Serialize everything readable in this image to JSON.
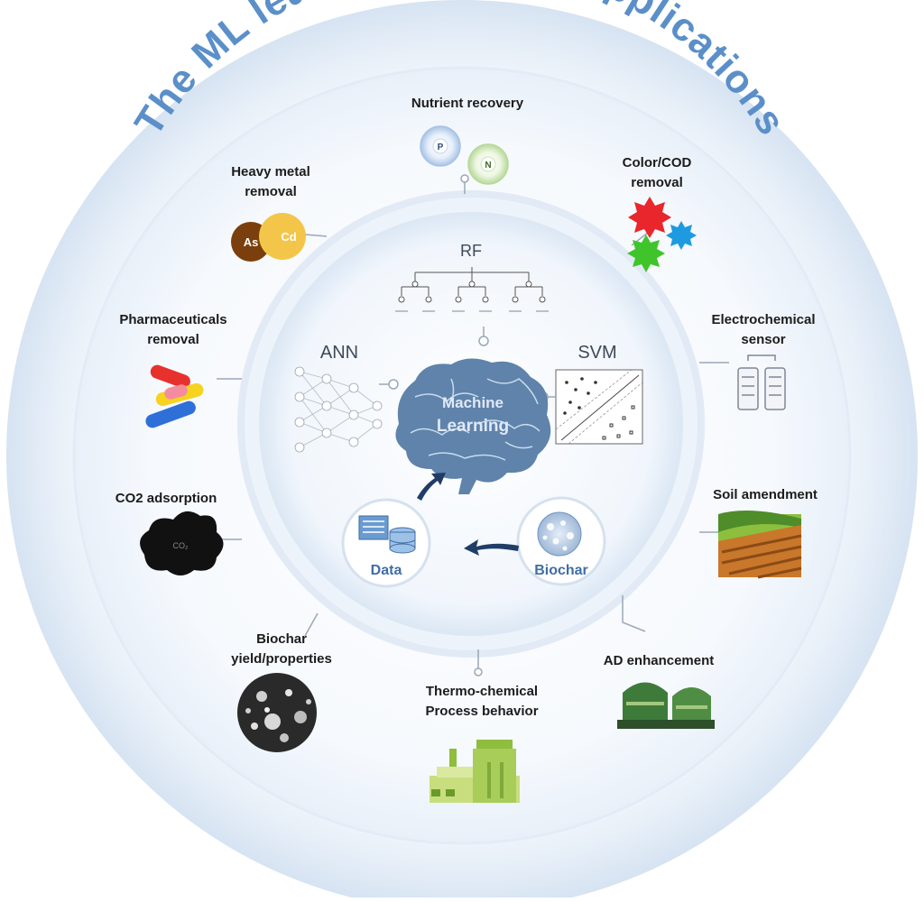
{
  "title": "The ML learning biochar applications",
  "applications": {
    "nutrient_recovery": {
      "label": "Nutrient recovery",
      "icons": [
        "P",
        "N"
      ]
    },
    "color_cod_removal": {
      "label_line1": "Color/COD",
      "label_line2": "removal"
    },
    "electrochemical_sensor": {
      "label_line1": "Electrochemical",
      "label_line2": "sensor"
    },
    "soil_amendment": {
      "label": "Soil amendment"
    },
    "ad_enhancement": {
      "label": "AD enhancement"
    },
    "thermochemical": {
      "label_line1": "Thermo-chemical",
      "label_line2": "Process behavior"
    },
    "biochar_yield": {
      "label_line1": "Biochar",
      "label_line2": "yield/properties"
    },
    "co2_adsorption": {
      "label": "CO2 adsorption",
      "icon_text": "CO₂"
    },
    "pharmaceuticals_removal": {
      "label_line1": "Pharmaceuticals",
      "label_line2": "removal"
    },
    "heavy_metal_removal": {
      "label_line1": "Heavy metal",
      "label_line2": "removal",
      "icons": [
        "As",
        "Cd"
      ]
    }
  },
  "models": {
    "rf": "RF",
    "ann": "ANN",
    "svm": "SVM",
    "brain_text_line1": "Machine",
    "brain_text_line2": "Learning",
    "data": "Data",
    "biochar": "Biochar"
  },
  "colors": {
    "title": "#5b8fc9",
    "outer_ring": "#e2ecf7",
    "inner_circle": "#f4f8fd",
    "connector": "#9aa8b8",
    "brain": "#5f83aa"
  }
}
